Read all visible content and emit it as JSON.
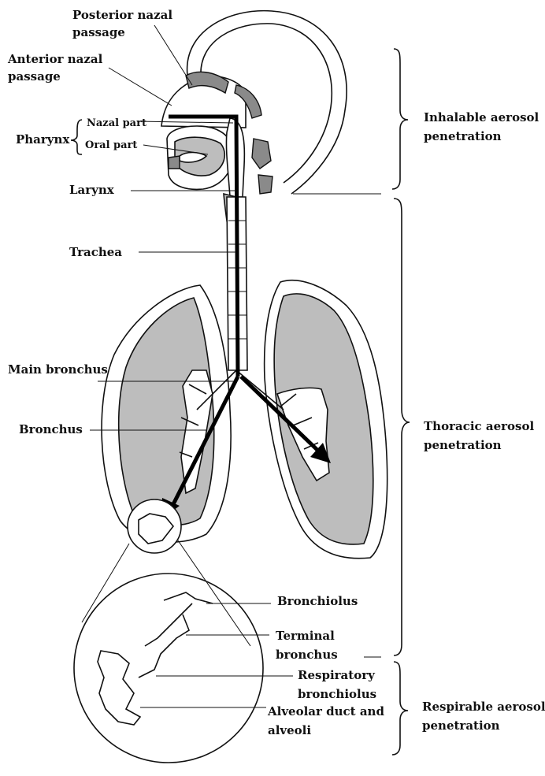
{
  "labels": {
    "posterior_nasal": [
      "Posterior nazal",
      "passage"
    ],
    "anterior_nasal": [
      "Anterior nazal",
      "passage"
    ],
    "pharynx": "Pharynx",
    "nasal_part": "Nazal part",
    "oral_part": "Oral part",
    "larynx": "Larynx",
    "trachea": "Trachea",
    "main_bronchus": "Main bronchus",
    "bronchus": "Bronchus",
    "bronchiolus": "Bronchiolus",
    "terminal_bronchus": [
      "Terminal",
      "bronchus"
    ],
    "respiratory_bronchiolus": [
      "Respiratory",
      "bronchiolus"
    ],
    "alveolar_duct": [
      "Alveolar duct and",
      "alveoli"
    ]
  },
  "regions": {
    "inhalable": [
      "Inhalable aerosol",
      "penetration"
    ],
    "thoracic": [
      "Thoracic aerosol",
      "penetration"
    ],
    "respirable": [
      "Respirable aerosol",
      "penetration"
    ]
  },
  "colors": {
    "lung_fill": "#bdbdbd",
    "outline": "#111111",
    "background": "#ffffff"
  }
}
